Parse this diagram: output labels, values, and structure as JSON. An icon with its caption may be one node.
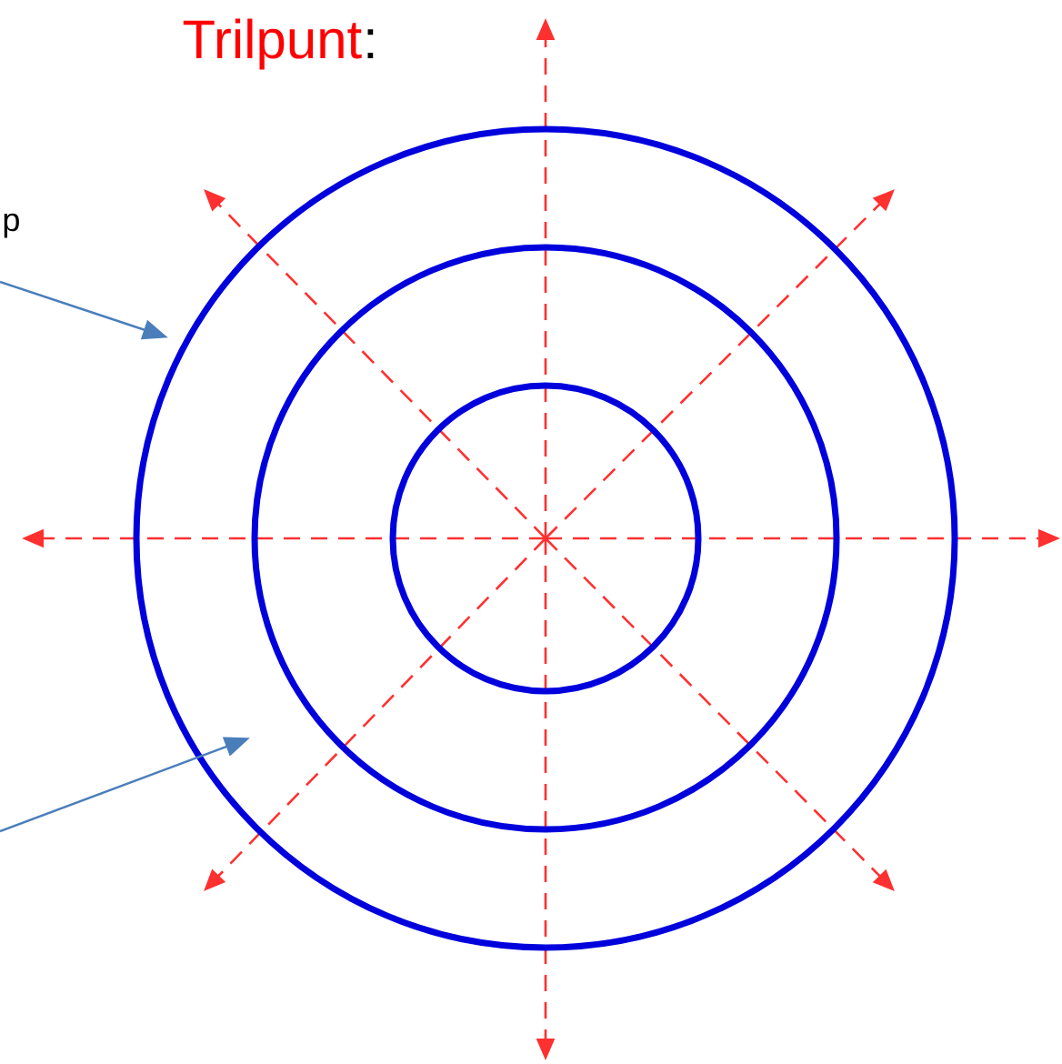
{
  "diagram": {
    "title": "Trilpunt",
    "nodes": [
      {
        "text": [],
        "shape": "circle"
      },
      {
        "text": [],
        "shape": "circle",
        "in": 0
      },
      {
        "text": [],
        "shape": "circle",
        "in": 1
      }
    ],
    "edges": [
      {
        "from": null,
        "to": 0,
        "arrow": "to"
      },
      {
        "from": null,
        "to": 1,
        "arrow": "to"
      }
    ],
    "labels": [
      ":",
      "p"
    ]
  }
}
